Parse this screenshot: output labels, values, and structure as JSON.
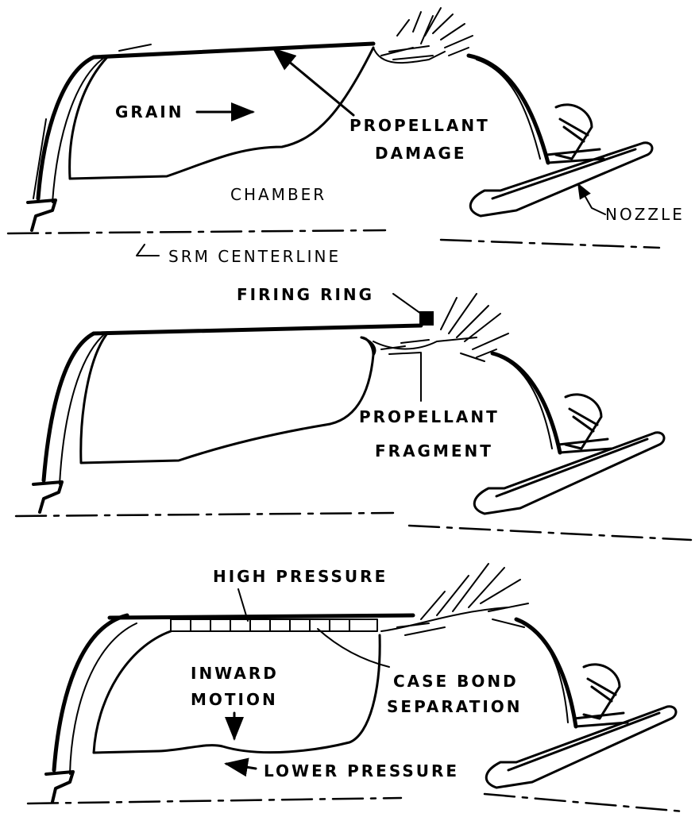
{
  "colors": {
    "ink": "#000000",
    "paper": "#ffffff"
  },
  "panel1": {
    "grain": "GRAIN",
    "propellant_damage_1": "PROPELLANT",
    "propellant_damage_2": "DAMAGE",
    "chamber": "CHAMBER",
    "nozzle": "NOZZLE",
    "centerline": "SRM CENTERLINE"
  },
  "panel2": {
    "firing_ring": "FIRING RING",
    "propellant_fragment_1": "PROPELLANT",
    "propellant_fragment_2": "FRAGMENT"
  },
  "panel3": {
    "high_pressure": "HIGH PRESSURE",
    "inward_motion_1": "INWARD",
    "inward_motion_2": "MOTION",
    "case_bond_1": "CASE BOND",
    "case_bond_2": "SEPARATION",
    "lower_pressure": "LOWER PRESSURE"
  }
}
